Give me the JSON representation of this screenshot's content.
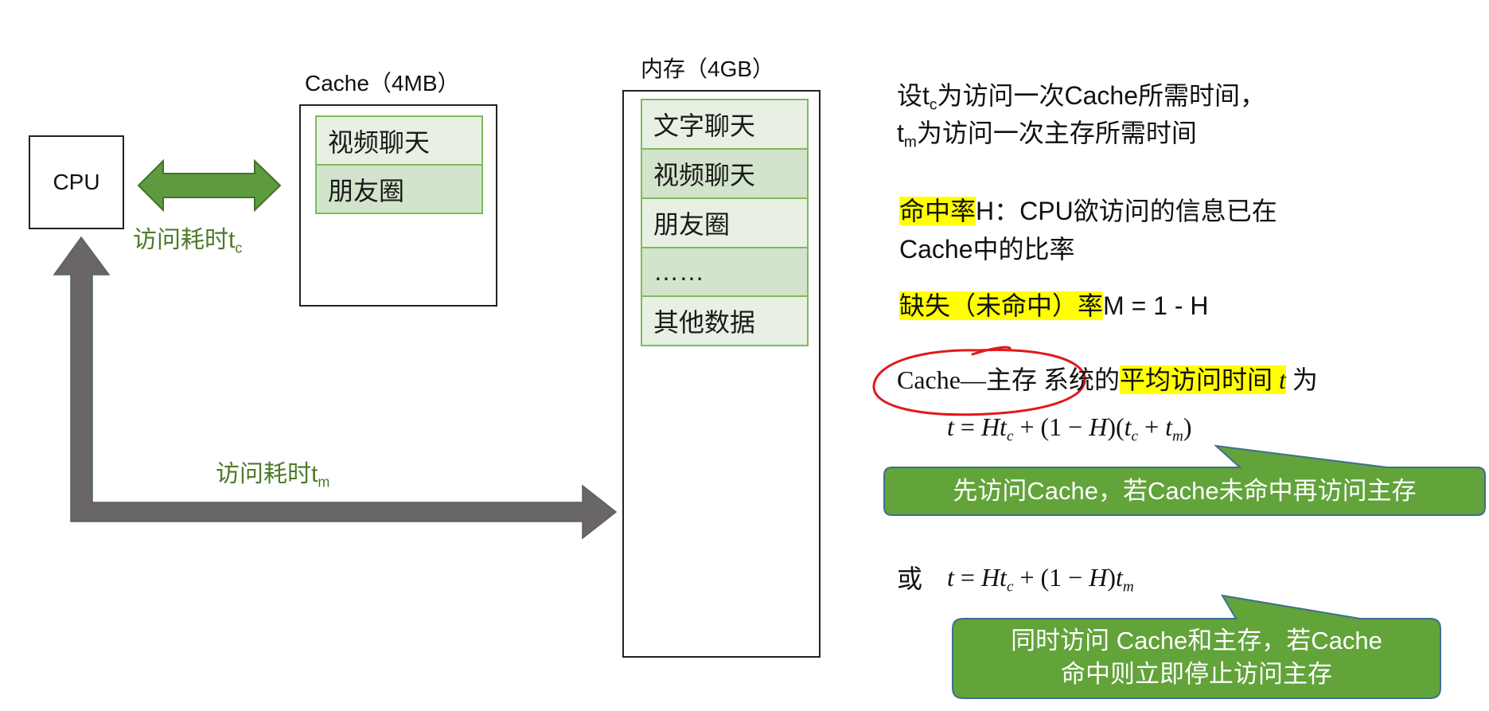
{
  "cpu": {
    "label": "CPU"
  },
  "cache": {
    "title": "Cache（4MB）",
    "rows": [
      "视频聊天",
      "朋友圈"
    ]
  },
  "memory": {
    "title": "内存（4GB）",
    "rows": [
      "文字聊天",
      "视频聊天",
      "朋友圈",
      "……",
      "其他数据"
    ]
  },
  "arrows": {
    "cache_access": {
      "text": "访问耗时t",
      "sub": "c"
    },
    "memory_access": {
      "text": "访问耗时t",
      "sub": "m"
    }
  },
  "notes": {
    "line1": {
      "a": "设t",
      "sub": "c",
      "b": "为访问一次Cache所需时间，"
    },
    "line2": {
      "a": "t",
      "sub": "m",
      "b": "为访问一次主存所需时间"
    },
    "hit": {
      "highlight": "命中率",
      "rest": "H：CPU欲访问的信息已在",
      "line2": "Cache中的比率"
    },
    "miss": {
      "highlight": "缺失（未命中）率",
      "rest": "M = 1 - H"
    },
    "avg": {
      "circled": "Cache—主存",
      "mid": " 系统的",
      "highlight": "平均访问时间 ",
      "var": "t",
      "end": " 为"
    },
    "formula1": {
      "p1": "t",
      "p2": " = ",
      "p3": "Ht",
      "s1": "c",
      "p4": " + (1 − ",
      "p5": "H",
      "p6": ")(",
      "p7": "t",
      "s2": "c",
      "p8": " + ",
      "p9": "t",
      "s3": "m",
      "p10": ")"
    },
    "or": "或",
    "formula2": {
      "p1": "t",
      "p2": " = ",
      "p3": "Ht",
      "s1": "c",
      "p4": " + (1 − ",
      "p5": "H",
      "p6": ")",
      "p7": "t",
      "s2": "m"
    }
  },
  "callouts": {
    "sequential": "先访问Cache，若Cache未命中再访问主存",
    "parallel_line1": "同时访问 Cache和主存，若Cache",
    "parallel_line2": "命中则立即停止访问主存"
  },
  "colors": {
    "row_border": "#7dbb5a",
    "green_arrow": "#5e9b3e",
    "gray_arrow": "#6a6567",
    "callout_fill": "#62a33a",
    "highlight": "#ffff00",
    "annotation_red": "#e0191b"
  }
}
